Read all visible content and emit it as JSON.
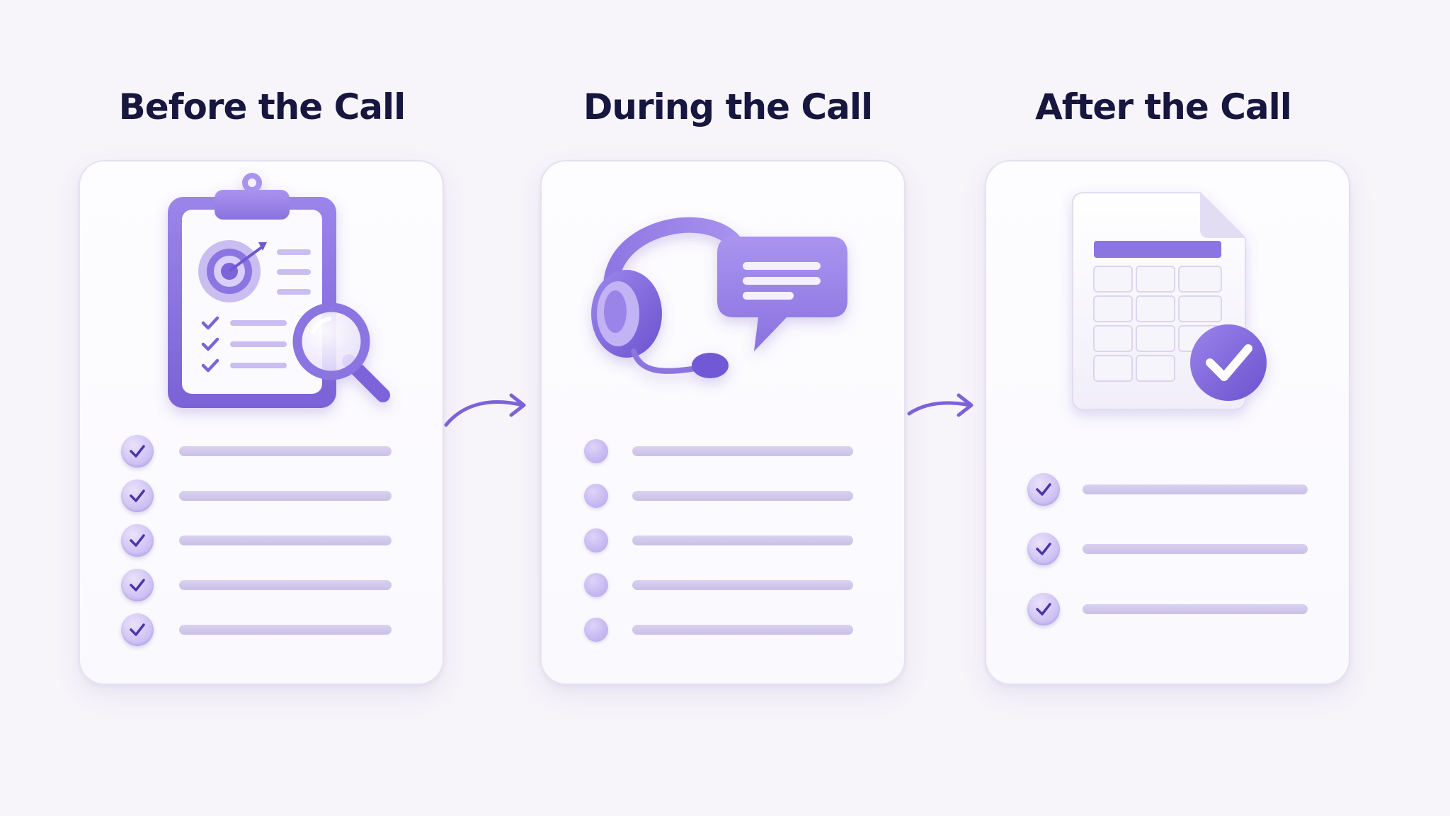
{
  "colors": {
    "background": "#f7f5fa",
    "heading": "#16163f",
    "accent": "#7b63d9",
    "accent_light": "#c9bdf2",
    "bar": "#d3cbed"
  },
  "stages": [
    {
      "title": "Before the Call",
      "icon": "clipboard-target-magnifier-icon",
      "list_style": "checked",
      "items": 5
    },
    {
      "title": "During the Call",
      "icon": "headset-chat-bubble-icon",
      "list_style": "dots",
      "items": 5
    },
    {
      "title": "After the Call",
      "icon": "spreadsheet-check-icon",
      "list_style": "checked",
      "items": 3
    }
  ],
  "connectors": [
    "arrow-right-icon",
    "arrow-right-icon"
  ]
}
